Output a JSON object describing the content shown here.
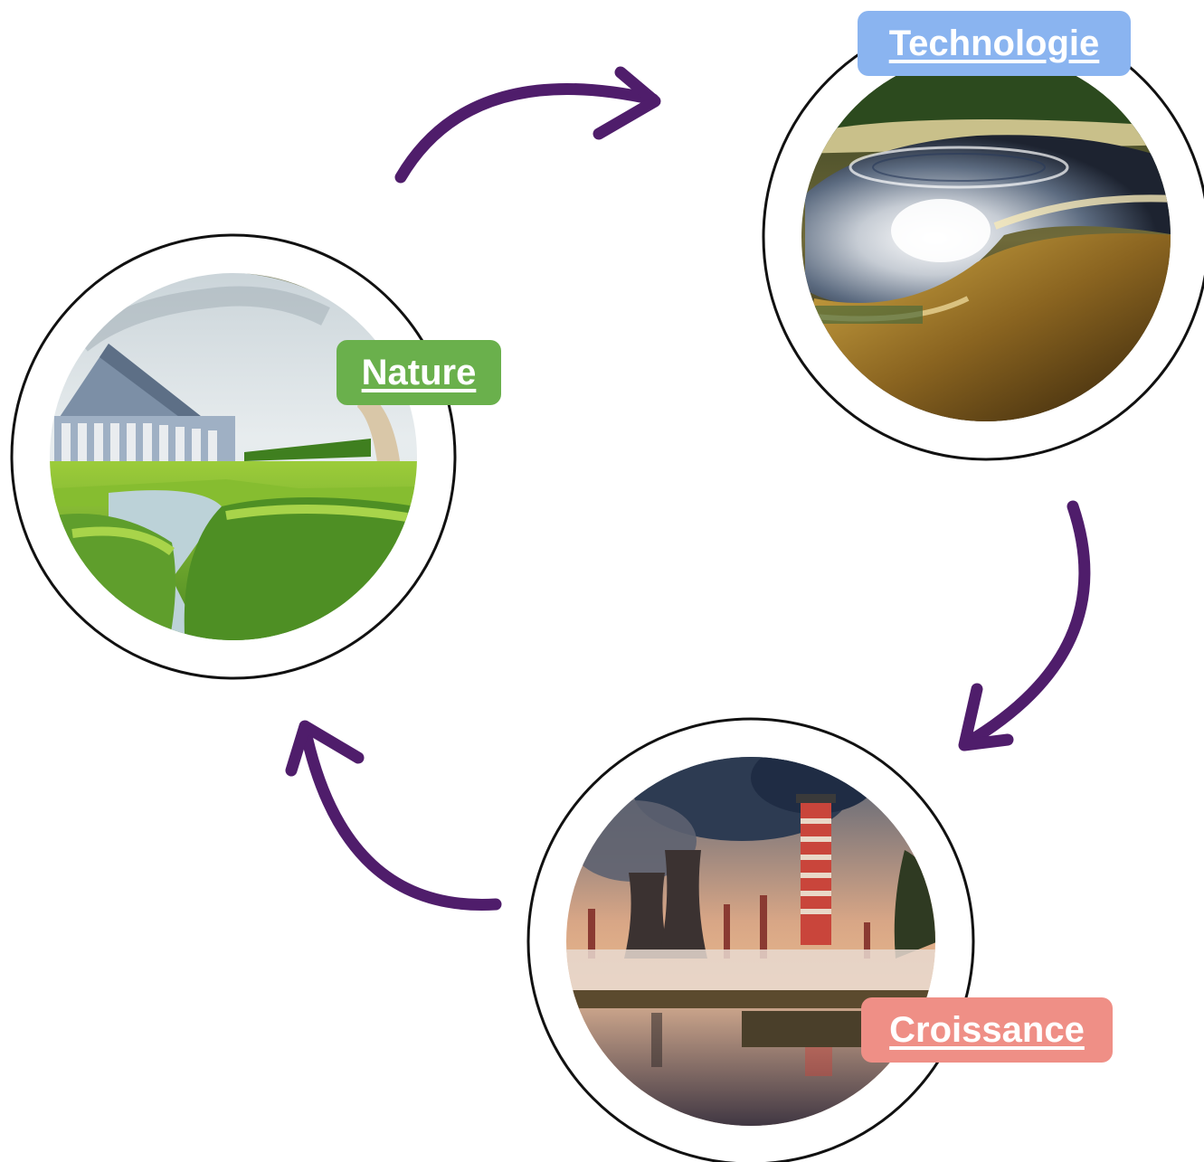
{
  "nodes": {
    "nature": {
      "label": "Nature",
      "color": "#6ab04c",
      "image": "glass-building-among-green-hedges"
    },
    "technology": {
      "label": "Technologie",
      "color": "#8ab4f0",
      "image": "chrome-futuristic-vehicle-in-forest"
    },
    "growth": {
      "label": "Croissance",
      "color": "#ef8f86",
      "image": "factory-chimneys-smoke-at-sunset"
    }
  },
  "cycle": [
    "nature",
    "technology",
    "growth",
    "nature"
  ],
  "colors": {
    "arrow": "#4f1d6b",
    "ring": "#111111"
  }
}
